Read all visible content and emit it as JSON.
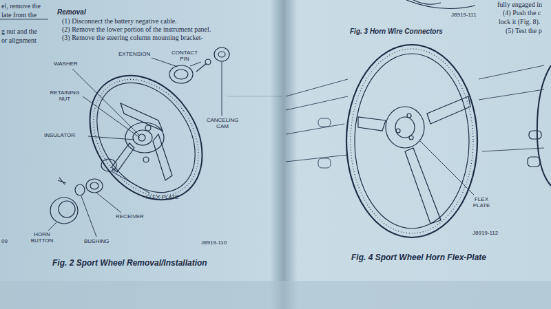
{
  "diagram": {
    "labels": [
      "el, remove the",
      "late from the",
      "g nut and the",
      "or alignment",
      "Removal",
      "(1) Disconnect the battery negative cable.",
      "(2) Remove the lower portion of the instrument panel.",
      "(3) Remove the steering column mounting bracket-",
      "WASHER",
      "EXTENSION",
      "CONTACT PIN",
      "RETAINING NUT",
      "CANCELING CAM",
      "INSULATOR",
      "FLEX-PLATE",
      "RECEIVER",
      "HORN BUTTON",
      "BUSHING",
      "J8919-110",
      "09",
      "Fig. 2 Sport Wheel Removal/Installation",
      "J8919-111",
      "Fig. 3 Horn Wire Connectors",
      "fully engaged in",
      "(4) Push the c",
      "lock it (Fig. 8).",
      "(5) Test the p",
      "FLEX PLATE",
      "J8919-112",
      "Fig. 4 Sport Wheel Horn Flex-Plate"
    ]
  }
}
